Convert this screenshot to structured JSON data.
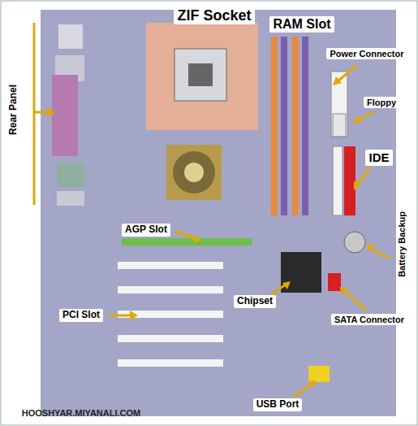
{
  "diagram": {
    "labels": [
      "ZIF Socket",
      "RAM Slot",
      "Power Connector",
      "Floppy",
      "IDE",
      "Battery Backup",
      "AGP Slot",
      "Chipset",
      "SATA Connector",
      "PCI Slot",
      "USB Port",
      "Rear Panel",
      "HOOSHYAR.MIYANALI.COM"
    ]
  }
}
